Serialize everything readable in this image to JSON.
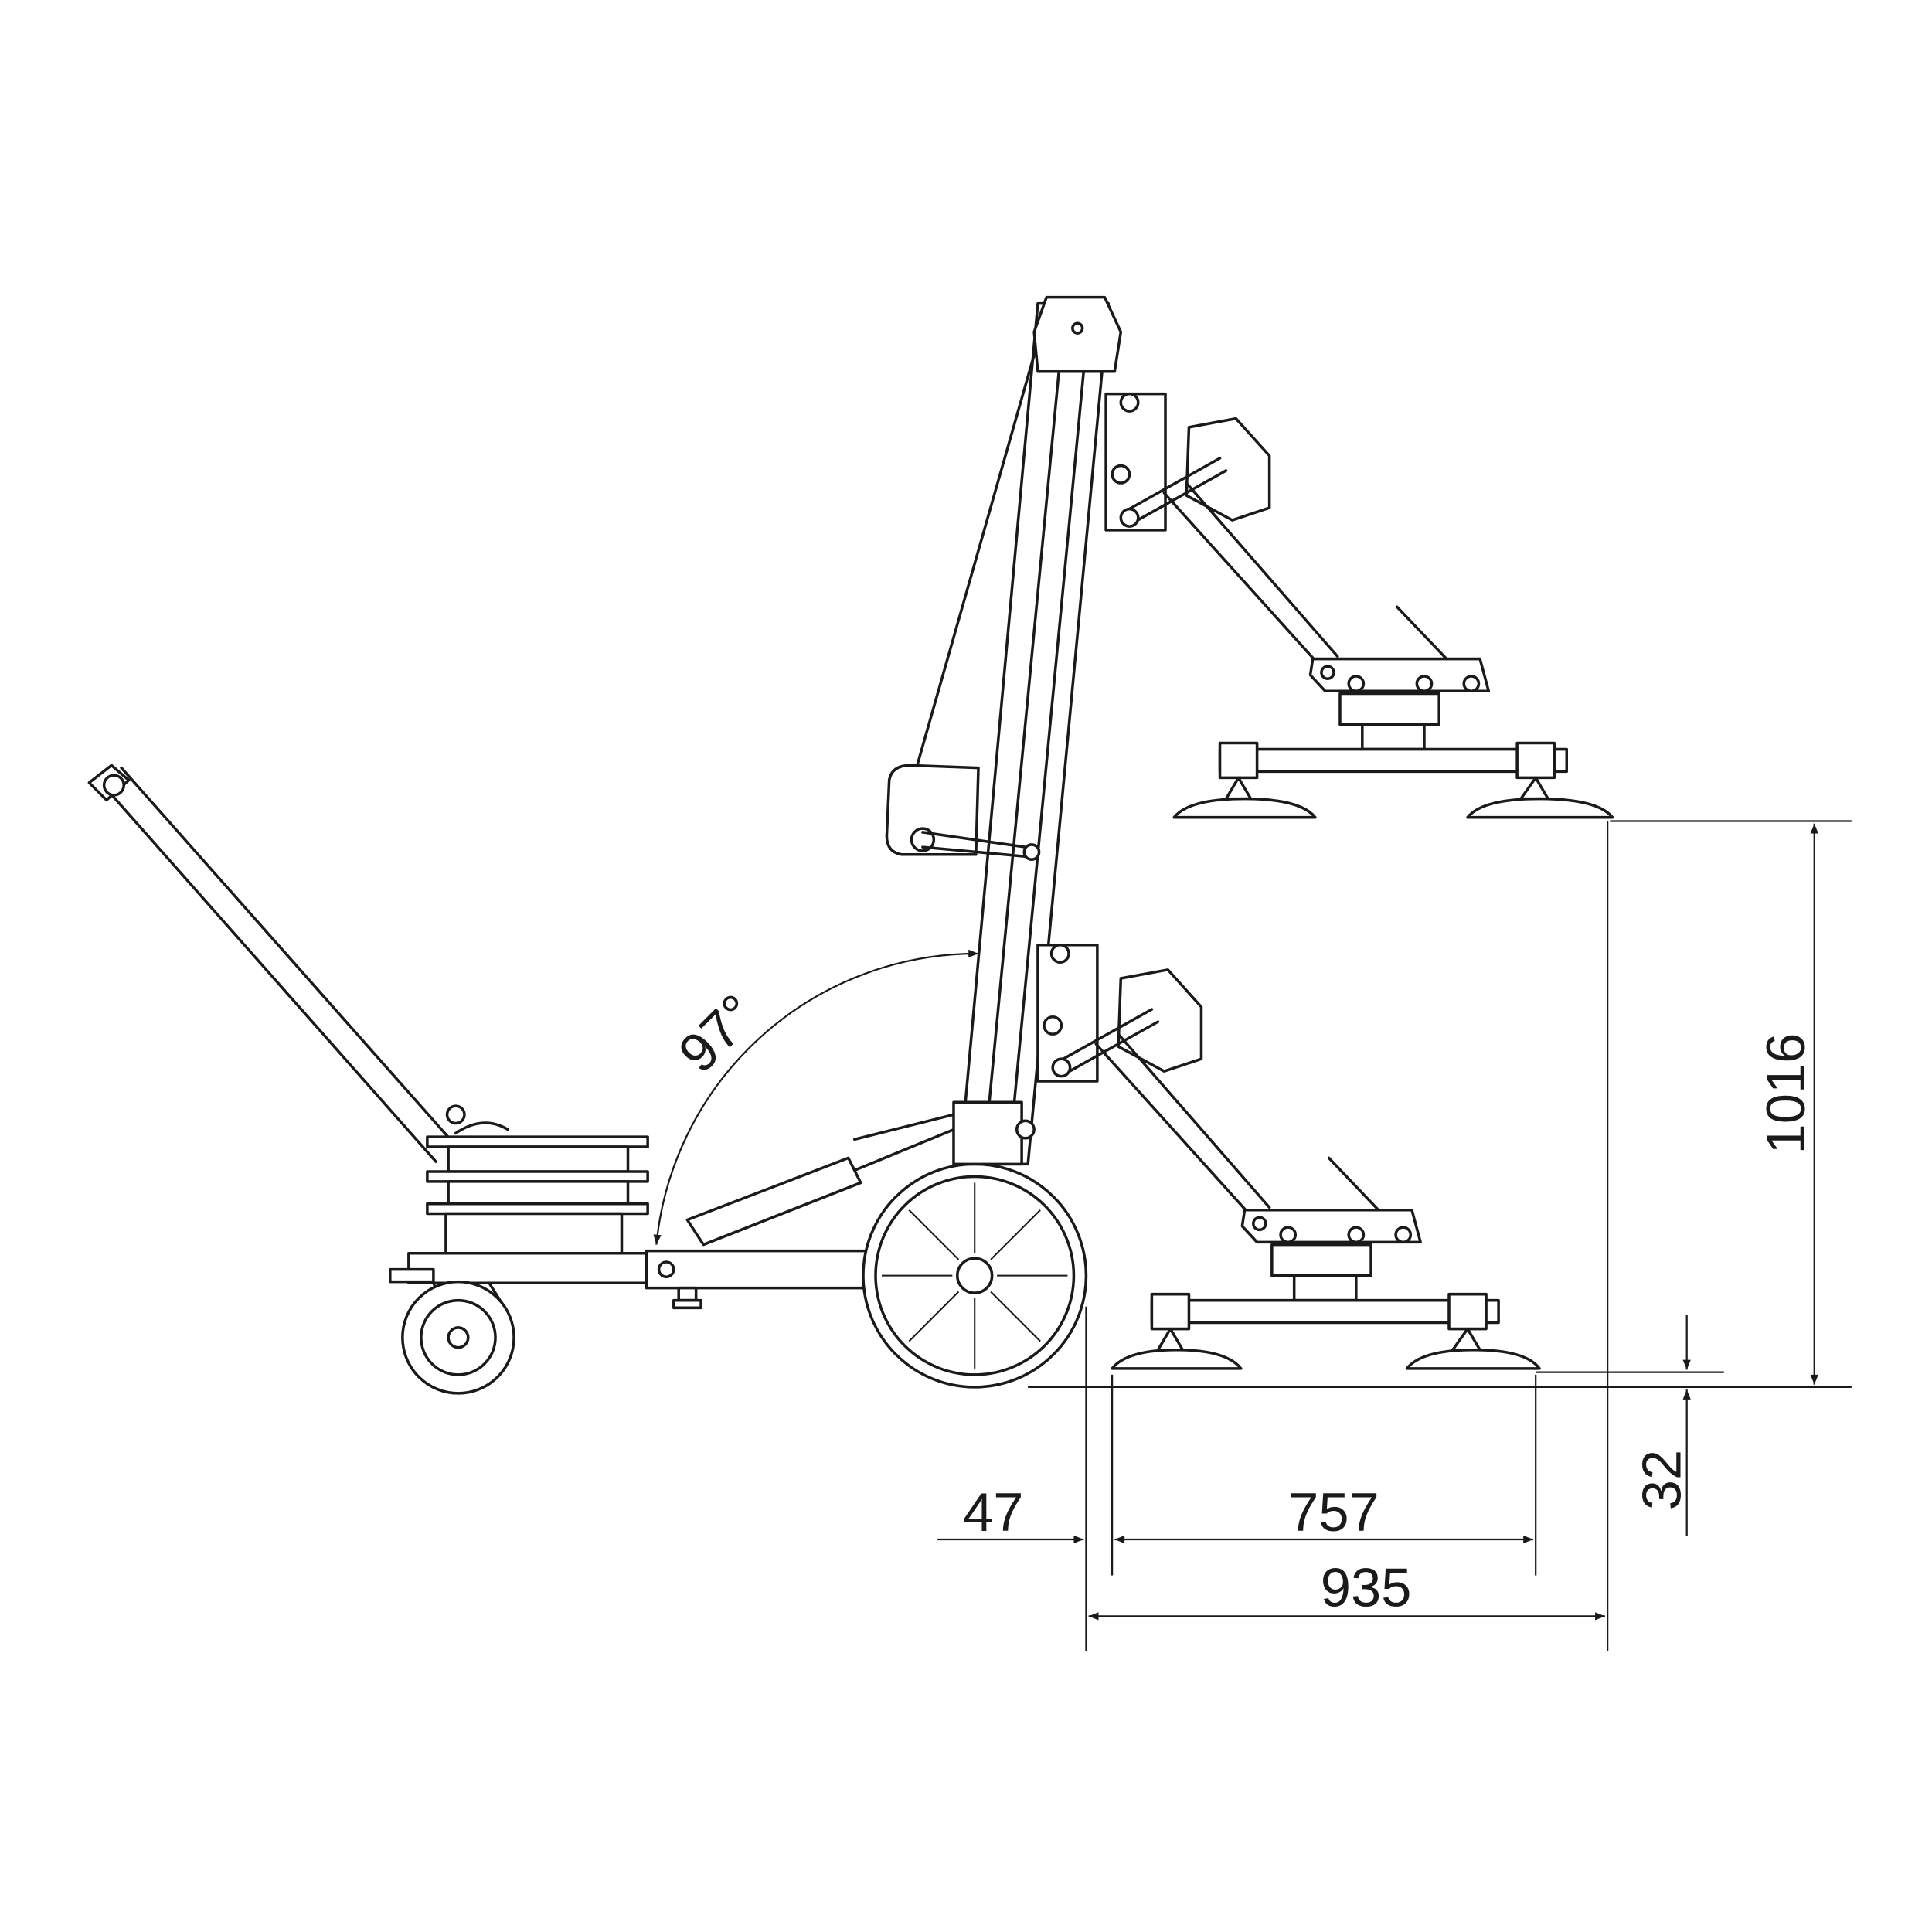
{
  "drawing": {
    "title": "Vacuum glass lifter side view with dimensions",
    "dimensions": {
      "angle": "97°",
      "height": "1016",
      "pad_clearance": "32",
      "front_offset": "47",
      "pad_spacing": "757",
      "reach": "935"
    },
    "colors": {
      "line": "#1a1a1a",
      "background": "#ffffff"
    }
  }
}
